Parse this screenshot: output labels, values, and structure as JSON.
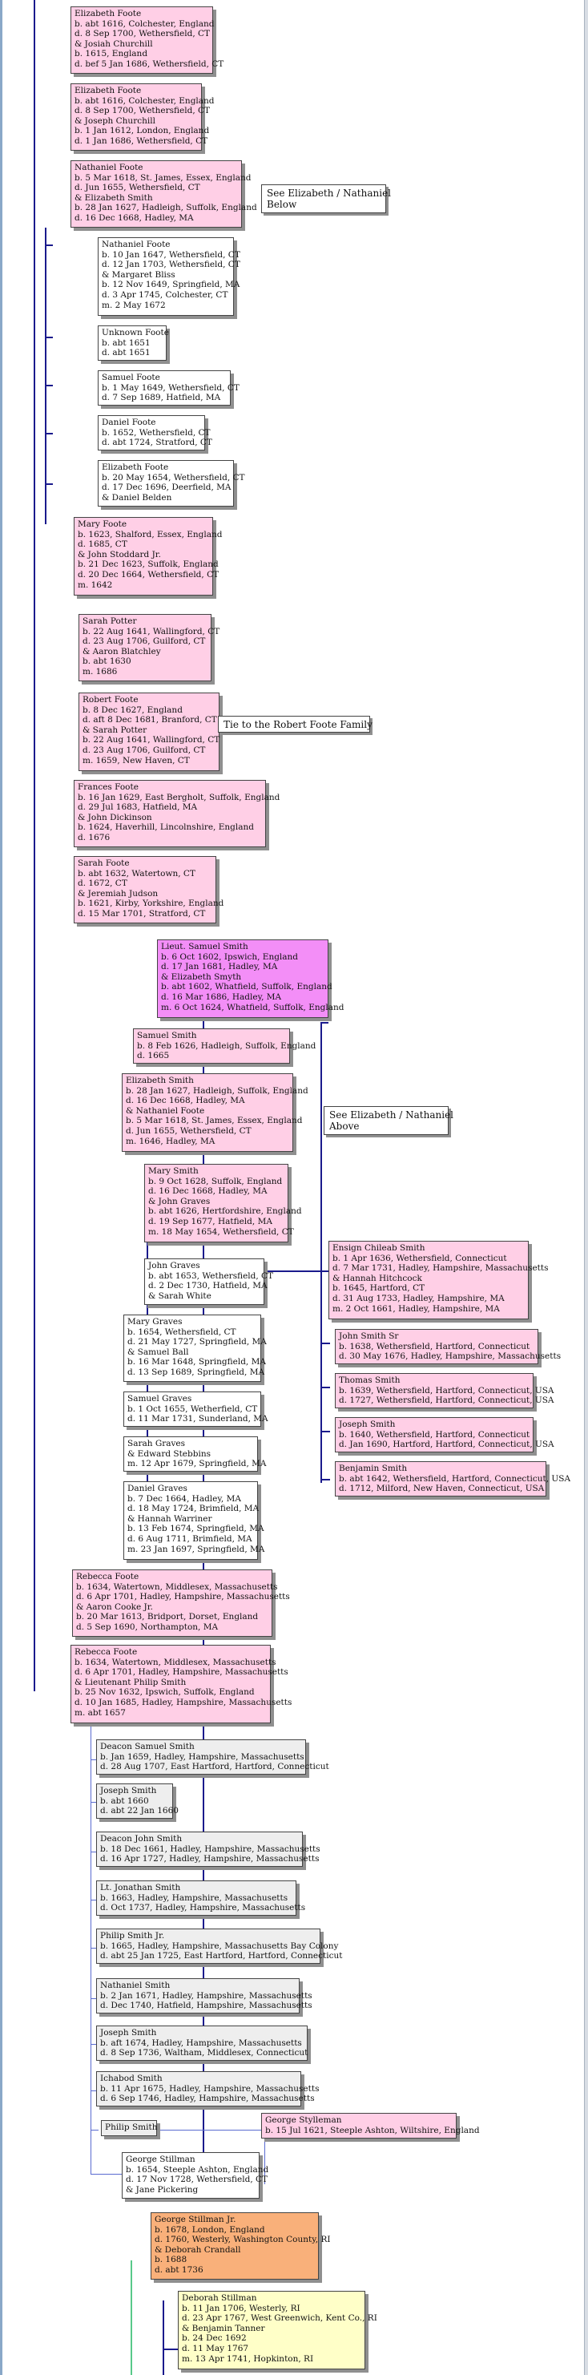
{
  "people": {
    "elizabeth1": [
      "Elizabeth Foote",
      "b. abt 1616, Colchester, England",
      "d. 8 Sep 1700, Wethersfield, CT",
      "& Josiah Churchill",
      "b. 1615, England",
      "d. bef 5 Jan 1686, Wethersfield, CT"
    ],
    "elizabeth2": [
      "Elizabeth Foote",
      "b. abt 1616, Colchester, England",
      "d. 8 Sep 1700, Wethersfield, CT",
      "& Joseph Churchill",
      "b. 1 Jan 1612, London, England",
      "d. 1 Jan 1686, Wethersfield, CT"
    ],
    "nathaniel": [
      "Nathaniel Foote",
      "b. 5 Mar 1618, St. James, Essex, England",
      "d. Jun 1655, Wethersfield, CT",
      "& Elizabeth Smith",
      "b. 28 Jan 1627, Hadleigh, Suffolk, England",
      "d. 16 Dec 1668, Hadley, MA"
    ],
    "nathaniel_jr": [
      "Nathaniel Foote",
      "b. 10 Jan 1647, Wethersfield, CT",
      "d. 12 Jan 1703, Wethersfield, CT",
      "& Margaret Bliss",
      "b. 12 Nov 1649, Springfield, MA",
      "d. 3 Apr 1745, Colchester, CT",
      "m. 2 May 1672"
    ],
    "unknown": [
      "Unknown Foote",
      "b. abt 1651",
      "d. abt 1651"
    ],
    "samuel": [
      "Samuel Foote",
      "b. 1 May 1649, Wethersfield, CT",
      "d. 7 Sep 1689, Hatfield, MA"
    ],
    "daniel": [
      "Daniel Foote",
      "b. 1652, Wethersfield, CT",
      "d. abt 1724, Stratford, CT"
    ],
    "elizabeth3": [
      "Elizabeth Foote",
      "b. 20 May 1654, Wethersfield, CT",
      "d. 17 Dec 1696, Deerfield, MA",
      "& Daniel Belden"
    ],
    "mary": [
      "Mary Foote",
      "b. 1623, Shalford, Essex, England",
      "d. 1685, CT",
      "& John Stoddard Jr.",
      "b. 21 Dec 1623, Suffolk, England",
      "d. 20 Dec 1664, Wethersfield, CT",
      "m. 1642"
    ],
    "sarah_potter": [
      "Sarah Potter",
      "b. 22 Aug 1641, Wallingford, CT",
      "d. 23 Aug 1706, Guilford, CT",
      "& Aaron Blatchley",
      "b. abt 1630",
      "m. 1686"
    ],
    "robert": [
      "Robert Foote",
      "b. 8 Dec 1627, England",
      "d. aft 8 Dec 1681, Branford, CT",
      "& Sarah Potter",
      "b. 22 Aug 1641, Wallingford, CT",
      "d. 23 Aug 1706, Guilford, CT",
      "m. 1659, New Haven, CT"
    ],
    "frances": [
      "Frances Foote",
      "b. 16 Jan 1629, East Bergholt, Suffolk, England",
      "d. 29 Jul 1683, Hatfield, MA",
      "& John Dickinson",
      "b. 1624, Haverhill, Lincolnshire, England",
      "d. 1676"
    ],
    "sarah_foote": [
      "Sarah Foote",
      "b. abt 1632, Watertown, CT",
      "d. 1672, CT",
      "& Jeremiah Judson",
      "b. 1621, Kirby, Yorkshire, England",
      "d. 15 Mar 1701, Stratford, CT"
    ],
    "lt_samuel": [
      "Lieut. Samuel Smith",
      "b. 6 Oct 1602, Ipswich, England",
      "d. 17 Jan 1681, Hadley, MA",
      "& Elizabeth Smyth",
      "b. abt 1602, Whatfield, Suffolk, England",
      "d. 16 Mar 1686, Hadley, MA",
      "m. 6 Oct 1624, Whatfield, Suffolk, England"
    ],
    "samuel_smith": [
      "Samuel Smith",
      "b. 8 Feb 1626, Hadleigh, Suffolk, England",
      "d. 1665"
    ],
    "elizabeth_smith": [
      "Elizabeth Smith",
      "b. 28 Jan 1627, Hadleigh, Suffolk, England",
      "d. 16 Dec 1668, Hadley, MA",
      "& Nathaniel Foote",
      "b. 5 Mar 1618, St. James, Essex, England",
      "d. Jun 1655, Wethersfield, CT",
      "m. 1646, Hadley, MA"
    ],
    "mary_smith": [
      "Mary Smith",
      "b. 9 Oct 1628, Suffolk, England",
      "d. 16 Dec 1668, Hadley, MA",
      "& John Graves",
      "b. abt 1626, Hertfordshire, England",
      "d. 19 Sep 1677, Hatfield, MA",
      "m. 18 May 1654, Wethersfield, CT"
    ],
    "john_graves": [
      "John Graves",
      "b. abt 1653, Wethersfield, CT",
      "d. 2 Dec 1730, Hatfield, MA",
      "& Sarah White"
    ],
    "mary_graves": [
      "Mary Graves",
      "b. 1654, Wethersfield, CT",
      "d. 21 May 1727, Springfield, MA",
      "& Samuel Ball",
      "b. 16 Mar 1648, Springfield, MA",
      "d. 13 Sep 1689, Springfield, MA"
    ],
    "samuel_graves": [
      "Samuel Graves",
      "b. 1 Oct 1655, Wetherfield, CT",
      "d. 11 Mar 1731, Sunderland, MA"
    ],
    "sarah_graves": [
      "Sarah Graves",
      "& Edward Stebbins",
      "m. 12 Apr 1679, Springfield, MA"
    ],
    "daniel_graves": [
      "Daniel Graves",
      "b. 7 Dec 1664, Hadley, MA",
      "d. 18 May 1724, Brimfield, MA",
      "& Hannah Warriner",
      "b. 13 Feb 1674, Springfield, MA",
      "d. 6 Aug 1711, Brimfield, MA",
      "m. 23 Jan 1697, Springfield, MA"
    ],
    "chileab": [
      "Ensign Chileab Smith",
      "b. 1 Apr 1636, Wethersfield, Connecticut",
      "d. 7 Mar 1731, Hadley, Hampshire, Massachusetts",
      "& Hannah Hitchcock",
      "b. 1645, Hartford, CT",
      "d. 31 Aug 1733, Hadley, Hampshire, MA",
      "m. 2 Oct 1661, Hadley, Hampshire, MA"
    ],
    "john_smith_sr": [
      "John Smith Sr",
      "b. 1638, Wethersfield, Hartford, Connecticut",
      "d. 30 May 1676, Hadley, Hampshire, Massachusetts"
    ],
    "thomas_smith": [
      "Thomas Smith",
      "b. 1639, Wethersfield, Hartford, Connecticut, USA",
      "d. 1727, Wethersfield, Hartford, Connecticut, USA"
    ],
    "joseph_smith": [
      "Joseph Smith",
      "b. 1640, Wethersfield, Hartford, Connecticut",
      "d. Jan 1690, Hartford, Hartford, Connecticut, USA"
    ],
    "benjamin_smith": [
      "Benjamin Smith",
      "b. abt 1642, Wethersfield, Hartford, Connecticut, USA",
      "d. 1712, Milford, New Haven, Connecticut, USA"
    ],
    "rebecca1": [
      "Rebecca Foote",
      "b. 1634, Watertown, Middlesex, Massachusetts",
      "d. 6 Apr 1701, Hadley, Hampshire, Massachusetts",
      "& Aaron Cooke Jr.",
      "b. 20 Mar 1613, Bridport, Dorset, England",
      "d. 5 Sep 1690, Northampton, MA"
    ],
    "rebecca2": [
      "Rebecca Foote",
      "b. 1634, Watertown, Middlesex, Massachusetts",
      "d. 6 Apr 1701, Hadley, Hampshire, Massachusetts",
      "& Lieutenant Philip Smith",
      "b. 25 Nov 1632, Ipswich, Suffolk, England",
      "d. 10 Jan 1685, Hadley, Hampshire, Massachusetts",
      "m. abt 1657"
    ],
    "deacon_samuel": [
      "Deacon Samuel Smith",
      "b. Jan 1659, Hadley, Hampshire, Massachusetts",
      "d. 28 Aug 1707, East Hartford, Hartford, Connecticut"
    ],
    "joseph_smith2": [
      "Joseph Smith",
      "b. abt 1660",
      "d. abt 22 Jan 1660"
    ],
    "deacon_john": [
      "Deacon John Smith",
      "b. 18 Dec 1661, Hadley, Hampshire, Massachusetts",
      "d. 16 Apr 1727, Hadley, Hampshire, Massachusetts"
    ],
    "lt_jonathan": [
      "Lt. Jonathan Smith",
      "b. 1663, Hadley, Hampshire, Massachusetts",
      "d. Oct 1737, Hadley, Hampshire, Massachusetts"
    ],
    "philip_jr": [
      "Philip Smith Jr.",
      "b. 1665, Hadley, Hampshire, Massachusetts Bay Colony",
      "d. abt 25 Jan 1725, East Hartford, Hartford, Connecticut"
    ],
    "nathaniel_smith": [
      "Nathaniel Smith",
      "b. 2 Jan 1671, Hadley, Hampshire, Massachusetts",
      "d. Dec 1740, Hatfield, Hampshire, Massachusetts"
    ],
    "joseph_smith3": [
      "Joseph Smith",
      "b. aft 1674, Hadley, Hampshire, Massachusetts",
      "d. 8 Sep 1736, Waltham, Middlesex, Connecticut"
    ],
    "ichabod": [
      "Ichabod Smith",
      "b. 11 Apr 1675, Hadley, Hampshire, Massachusetts",
      "d. 6 Sep 1746, Hadley, Hampshire, Massachusetts"
    ],
    "philip_smith": [
      "Philip Smith"
    ],
    "george_stylleman": [
      "George Stylleman",
      "b. 15 Jul 1621, Steeple Ashton, Wiltshire, England"
    ],
    "george_stillman": [
      "George Stillman",
      "b. 1654, Steeple Ashton, England",
      "d. 17 Nov 1728, Wethersfield, CT",
      "& Jane Pickering"
    ],
    "george_stillman_jr": [
      "George Stillman Jr.",
      "b. 1678, London, England",
      "d. 1760, Westerly, Washington County, RI",
      "& Deborah Crandall",
      "b. 1688",
      "d. abt 1736"
    ],
    "deborah_stillman": [
      "Deborah Stillman",
      "b. 11 Jan 1706, Westerly, RI",
      "d. 23 Apr 1767, West Greenwich, Kent Co., RI",
      "& Benjamin Tanner",
      "b. 24 Dec 1692",
      "d. 11 May 1767",
      "m. 13 Apr 1741, Hopkinton, RI"
    ]
  },
  "notes": {
    "see_below": [
      "See Elizabeth /  Nathaniel",
      "Below"
    ],
    "tie_robert": [
      "Tie to the Robert Foote Family"
    ],
    "see_above": [
      "See Elizabeth /  Nathaniel",
      "Above"
    ]
  },
  "colors": {
    "pink": "#ffcfe6",
    "magenta": "#f38ef7",
    "grey": "#eeeeee",
    "orange": "#f9b07a",
    "yellow": "#ffffc8",
    "connector": "#1a1a8c"
  }
}
